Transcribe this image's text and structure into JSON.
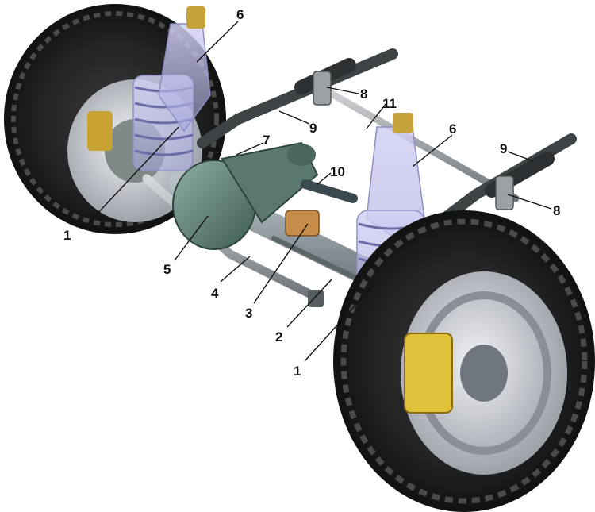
{
  "callouts": [
    {
      "id": "c1a",
      "label": "1"
    },
    {
      "id": "c1b",
      "label": "1"
    },
    {
      "id": "c2",
      "label": "2"
    },
    {
      "id": "c3",
      "label": "3"
    },
    {
      "id": "c4",
      "label": "4"
    },
    {
      "id": "c5",
      "label": "5"
    },
    {
      "id": "c6a",
      "label": "6"
    },
    {
      "id": "c6b",
      "label": "6"
    },
    {
      "id": "c7",
      "label": "7"
    },
    {
      "id": "c8a",
      "label": "8"
    },
    {
      "id": "c8b",
      "label": "8"
    },
    {
      "id": "c9a",
      "label": "9"
    },
    {
      "id": "c9b",
      "label": "9"
    },
    {
      "id": "c10",
      "label": "10"
    },
    {
      "id": "c11",
      "label": "11"
    }
  ],
  "colors": {
    "tire": "#1d1d1d",
    "tire_tread": "#3a3a3a",
    "rim": "#c9ccd2",
    "axle_body": "#5f7a70",
    "diff_housing": "#6f8f84",
    "spring": "#9fa6c8",
    "shock_translucent": "#b9b8e6",
    "caliper": "#e0c23a",
    "rod": "#8f9599",
    "background": "#ffffff"
  }
}
